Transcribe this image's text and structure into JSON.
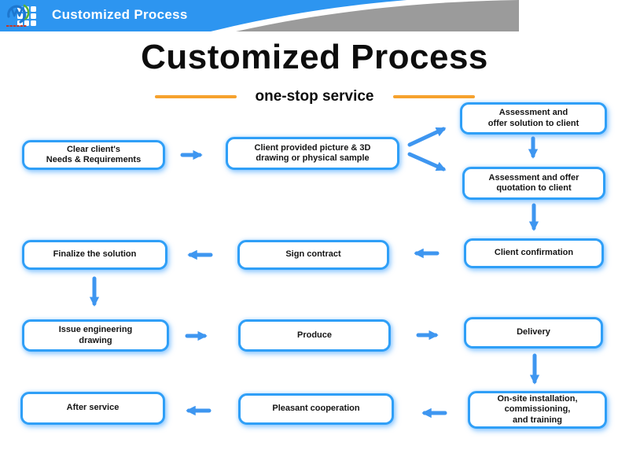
{
  "top_bar": {
    "title": "Customized Process",
    "grid_icon": "grid-icon",
    "logo_icon": "company-logo-icon"
  },
  "heading": {
    "title": "Customized Process",
    "subtitle": "one-stop service"
  },
  "colors": {
    "top_bar_blue": "#2D95F0",
    "top_bar_gray": "#9B9B9B",
    "node_border_blue": "#2F9FF7",
    "arrow_blue": "#3E96F0",
    "subtitle_line_orange": "#F6A22E",
    "text_black": "#0D0D0D"
  },
  "nodes": [
    {
      "id": "clear-needs",
      "label": "Clear client's\nNeeds & Requirements"
    },
    {
      "id": "client-provided",
      "label": "Client provided picture & 3D\ndrawing or physical sample"
    },
    {
      "id": "assessment-solution",
      "label": "Assessment and\noffer solution to client"
    },
    {
      "id": "assessment-quotation",
      "label": "Assessment and offer\nquotation to client"
    },
    {
      "id": "client-confirmation",
      "label": "Client confirmation"
    },
    {
      "id": "sign-contract",
      "label": "Sign contract"
    },
    {
      "id": "finalize-solution",
      "label": "Finalize the solution"
    },
    {
      "id": "issue-drawing",
      "label": "Issue engineering\ndrawing"
    },
    {
      "id": "produce",
      "label": "Produce"
    },
    {
      "id": "delivery",
      "label": "Delivery"
    },
    {
      "id": "onsite-installation",
      "label": "On-site installation,\ncommissioning,\nand training"
    },
    {
      "id": "pleasant-cooperation",
      "label": "Pleasant cooperation"
    },
    {
      "id": "after-service",
      "label": "After service"
    }
  ],
  "edges": [
    {
      "from": "clear-needs",
      "to": "client-provided"
    },
    {
      "from": "client-provided",
      "to": "assessment-solution"
    },
    {
      "from": "client-provided",
      "to": "assessment-quotation"
    },
    {
      "from": "assessment-solution",
      "to": "assessment-quotation"
    },
    {
      "from": "assessment-quotation",
      "to": "client-confirmation"
    },
    {
      "from": "client-confirmation",
      "to": "sign-contract"
    },
    {
      "from": "sign-contract",
      "to": "finalize-solution"
    },
    {
      "from": "finalize-solution",
      "to": "issue-drawing"
    },
    {
      "from": "issue-drawing",
      "to": "produce"
    },
    {
      "from": "produce",
      "to": "delivery"
    },
    {
      "from": "delivery",
      "to": "onsite-installation"
    },
    {
      "from": "onsite-installation",
      "to": "pleasant-cooperation"
    },
    {
      "from": "pleasant-cooperation",
      "to": "after-service"
    }
  ]
}
